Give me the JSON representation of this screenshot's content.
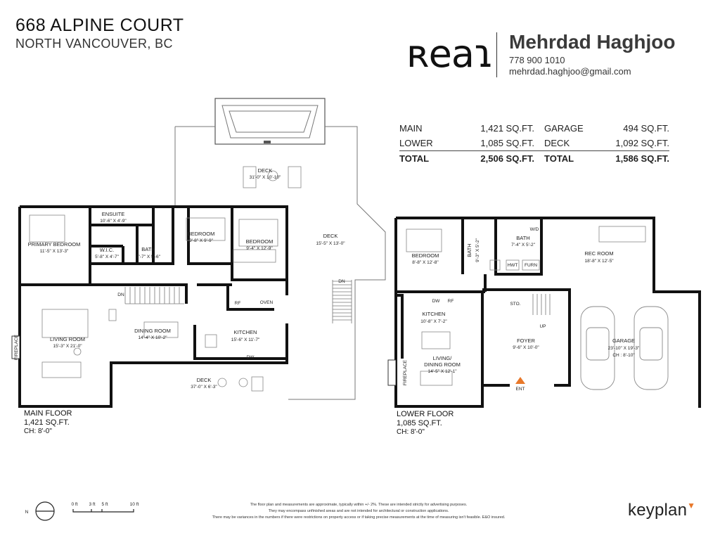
{
  "header": {
    "address": "668 ALPINE COURT",
    "city": "NORTH VANCOUVER, BC",
    "brand": "ʀeaɿ"
  },
  "agent": {
    "name": "Mehrdad Haghjoo",
    "phone": "778 900 1010",
    "email": "mehrdad.haghjoo@gmail.com"
  },
  "areas": {
    "main_label": "MAIN",
    "main_value": "1,421 SQ.FT.",
    "lower_label": "LOWER",
    "lower_value": "1,085 SQ.FT.",
    "total_label": "TOTAL",
    "total_value": "2,506 SQ.FT.",
    "garage_label": "GARAGE",
    "garage_value": "494 SQ.FT.",
    "deck_label": "DECK",
    "deck_value": "1,092 SQ.FT.",
    "total2_label": "TOTAL",
    "total2_value": "1,586 SQ.FT."
  },
  "main_floor": {
    "title": "MAIN FLOOR",
    "area": "1,421 SQ.FT.",
    "ceiling": "CH: 8'-0\"",
    "rooms": {
      "ensuite": {
        "name": "ENSUITE",
        "dim": "10'-6\" X 4'-9\""
      },
      "primary": {
        "name": "PRIMARY BEDROOM",
        "dim": "11'-5\" X 13'-3\""
      },
      "wic": {
        "name": "W.I.C.",
        "dim": "5'-8\" X 4'-7\""
      },
      "bath": {
        "name": "BATH",
        "dim": "7'-7\" X 5'-6\""
      },
      "bed2": {
        "name": "BEDROOM",
        "dim": "9'-8\" X 9'-9\""
      },
      "bed3": {
        "name": "BEDROOM",
        "dim": "9'-4\" X 12'-9\""
      },
      "deck_top": {
        "name": "DECK",
        "dim": "31'-0\" X 10'-10\""
      },
      "deck_side": {
        "name": "DECK",
        "dim": "15'-5\" X 13'-0\""
      },
      "living": {
        "name": "LIVING ROOM",
        "dim": "15'-3\" X 21'-0\""
      },
      "dining": {
        "name": "DINING ROOM",
        "dim": "14'-4\" X 10'-2\""
      },
      "kitchen": {
        "name": "KITCHEN",
        "dim": "15'-6\" X 11'-7\""
      },
      "deck_bottom": {
        "name": "DECK",
        "dim": "37'-0\" X 6'-3\""
      }
    },
    "fixtures": {
      "fireplace": "FIREPLACE",
      "dn": "DN",
      "dn2": "DN",
      "rf": "RF",
      "oven": "OVEN",
      "dw": "DW"
    }
  },
  "lower_floor": {
    "title": "LOWER FLOOR",
    "area": "1,085 SQ.FT.",
    "ceiling": "CH: 8'-0\"",
    "rooms": {
      "bedroom": {
        "name": "BEDROOM",
        "dim": "8'-8\" X 12'-8\""
      },
      "bath1": {
        "name": "BATH",
        "dim": "9'-3\" X 5'-2\""
      },
      "bath2": {
        "name": "BATH",
        "dim": "7'-4\" X 5'-2\""
      },
      "rec": {
        "name": "REC ROOM",
        "dim": "18'-8\" X 12'-5\""
      },
      "kitchen": {
        "name": "KITCHEN",
        "dim": "10'-8\" X 7'-2\""
      },
      "living": {
        "name": "LIVING/",
        "name2": "DINING ROOM",
        "dim": "14'-5\" X 12'-1\""
      },
      "foyer": {
        "name": "FOYER",
        "dim": "9'-6\" X 10'-0\""
      },
      "garage": {
        "name": "GARAGE",
        "dim": "23'-10\" X 19'-3\"",
        "ch": "CH : 8'-10\""
      }
    },
    "fixtures": {
      "fireplace": "FIREPLACE",
      "sto": "STO.",
      "up": "UP",
      "ent": "ENT",
      "wd": "W/D",
      "hwt": "HWT",
      "furn": "FURN",
      "dw": "DW",
      "rf": "RF"
    }
  },
  "scale": {
    "north": "N",
    "t0": "0 ft",
    "t3": "3 ft",
    "t5": "5 ft",
    "t10": "10 ft"
  },
  "disclaimer": {
    "line1": "The floor plan and measurements are approximate, typically within +/- 2%. These are intended strictly for advertising purposes.",
    "line2": "They may encompass unfinished areas and are not intended for architectural or construction applications.",
    "line3": "There may be variances in the numbers if there were restrictions on property access or if taking precise measurements at the time of measuring isn't feasible. E&O insured."
  },
  "footer_brand": "keyplan"
}
